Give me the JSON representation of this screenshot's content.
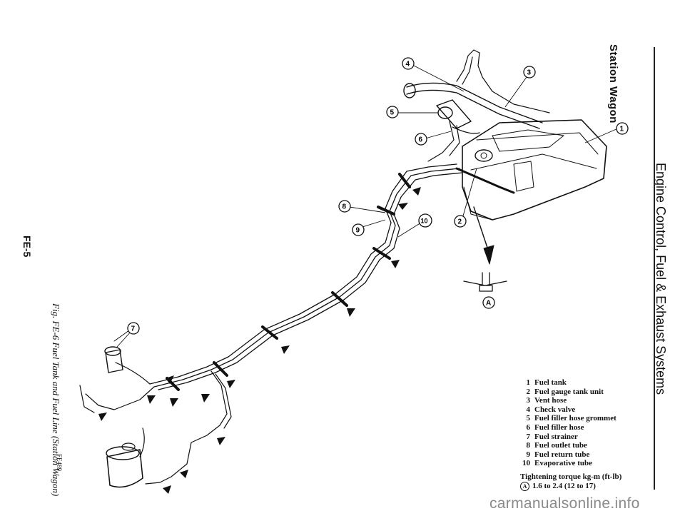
{
  "header": {
    "section": "Station Wagon",
    "chapter": "Engine Control, Fuel & Exhaust Systems",
    "page": "FE-5"
  },
  "figure": {
    "caption": "Fig. FE-6 Fuel Tank and Fuel Line (Station Wagon)",
    "code": "FE489",
    "callouts": [
      "1",
      "2",
      "3",
      "4",
      "5",
      "6",
      "7",
      "8",
      "9",
      "10",
      "A"
    ]
  },
  "legend": {
    "items": [
      {
        "num": "1",
        "label": "Fuel tank"
      },
      {
        "num": "2",
        "label": "Fuel gauge tank unit"
      },
      {
        "num": "3",
        "label": "Vent hose"
      },
      {
        "num": "4",
        "label": "Check valve"
      },
      {
        "num": "5",
        "label": "Fuel filler hose grommet"
      },
      {
        "num": "6",
        "label": "Fuel filler hose"
      },
      {
        "num": "7",
        "label": "Fuel strainer"
      },
      {
        "num": "8",
        "label": "Fuel outlet tube"
      },
      {
        "num": "9",
        "label": "Fuel return tube"
      },
      {
        "num": "10",
        "label": "Evaporative tube"
      }
    ],
    "torque_title": "Tightening torque  kg-m (ft-lb)",
    "torque_mark": "A",
    "torque_value": "1.6 to 2.4 (12 to 17)"
  },
  "watermark": "carmanualsonline.info"
}
